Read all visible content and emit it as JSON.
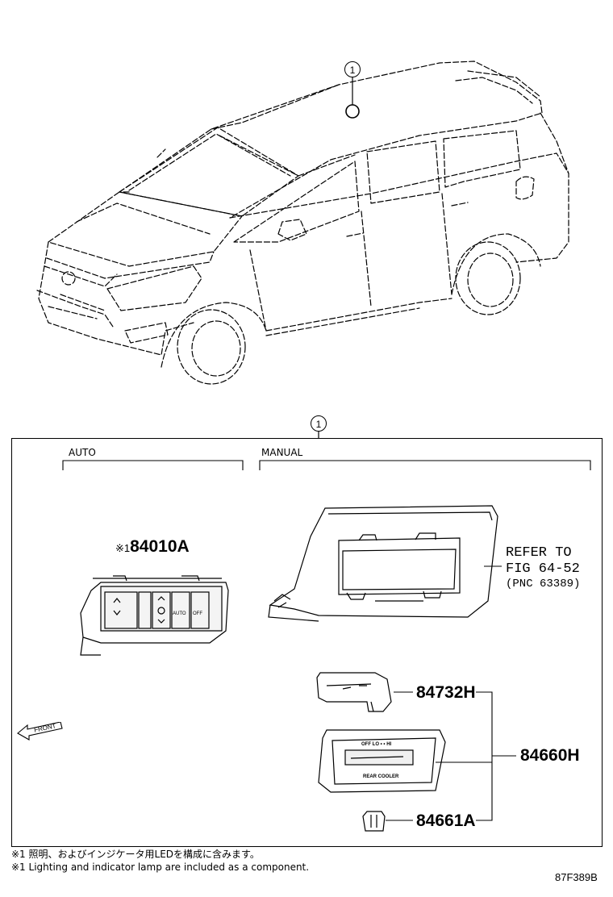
{
  "callouts": {
    "main_ref": "1",
    "box_ref": "1"
  },
  "sections": {
    "auto": "AUTO",
    "manual": "MANUAL"
  },
  "parts": {
    "p84010A": {
      "mark": "※1",
      "number": "84010A"
    },
    "p84732H": "84732H",
    "p84660H": "84660H",
    "p84661A": "84661A"
  },
  "refer": {
    "line1": "REFER TO",
    "line2": "FIG 64-52",
    "line3": "(PNC 63389)"
  },
  "front_label": "FRONT",
  "switch_labels": {
    "auto": "AUTO",
    "off": "OFF"
  },
  "cooler_panel": {
    "top": "OFF LO  •  •  HI",
    "bottom": "REAR COOLER"
  },
  "notes": {
    "jp": "※1 照明、およびインジケータ用LEDを構成に含みます。",
    "en": "※1 Lighting and indicator lamp are included as a component."
  },
  "figure_code": "87F389B"
}
